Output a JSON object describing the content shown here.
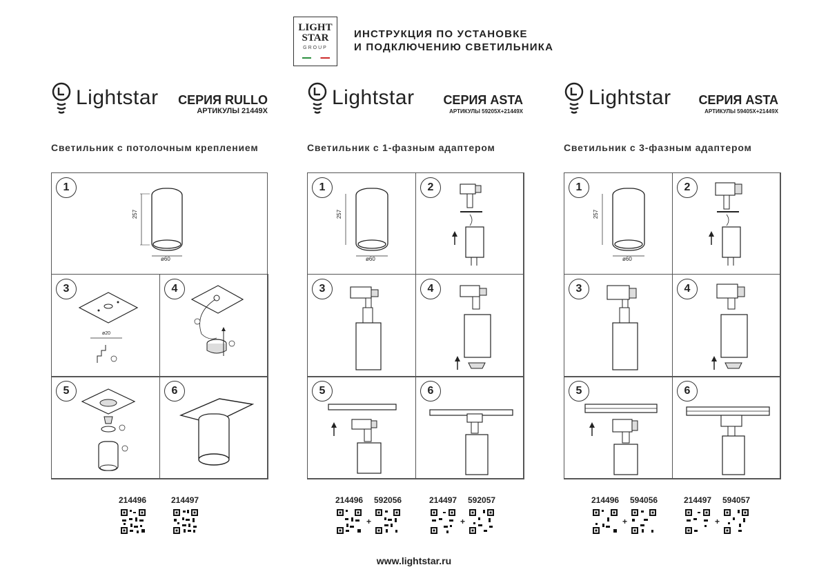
{
  "header": {
    "logo": {
      "line1": "LIGHT",
      "line2": "STAR",
      "line3": "GROUP"
    },
    "title_line1": "ИНСТРУКЦИЯ ПО УСТАНОВКЕ",
    "title_line2": "И ПОДКЛЮЧЕНИЮ СВЕТИЛЬНИКА"
  },
  "brand_name": "Lightstar",
  "columns": [
    {
      "series": "СЕРИЯ RULLO",
      "articles": "АРТИКУЛЫ 21449X",
      "subtitle": "Светильник с потолочным креплением",
      "steps": [
        "1",
        "3",
        "4",
        "5",
        "6"
      ],
      "dims": {
        "height": "257",
        "diameter": "ø60",
        "hole": "ø20"
      },
      "codes": [
        "214496",
        "214497"
      ]
    },
    {
      "series": "СЕРИЯ ASTA",
      "articles": "АРТИКУЛЫ 59205X+21449X",
      "subtitle": "Светильник с 1-фазным адаптером",
      "steps": [
        "1",
        "2",
        "3",
        "4",
        "5",
        "6"
      ],
      "dims": {
        "height": "257",
        "diameter": "ø60"
      },
      "codes": [
        "214496",
        "592056",
        "214497",
        "592057"
      ]
    },
    {
      "series": "СЕРИЯ ASTA",
      "articles": "АРТИКУЛЫ 59405X+21449X",
      "subtitle": "Светильник с 3-фазным адаптером",
      "steps": [
        "1",
        "2",
        "3",
        "4",
        "5",
        "6"
      ],
      "dims": {
        "height": "257",
        "diameter": "ø60"
      },
      "codes": [
        "214496",
        "594056",
        "214497",
        "594057"
      ]
    }
  ],
  "footer": {
    "website": "www.lightstar.ru"
  }
}
